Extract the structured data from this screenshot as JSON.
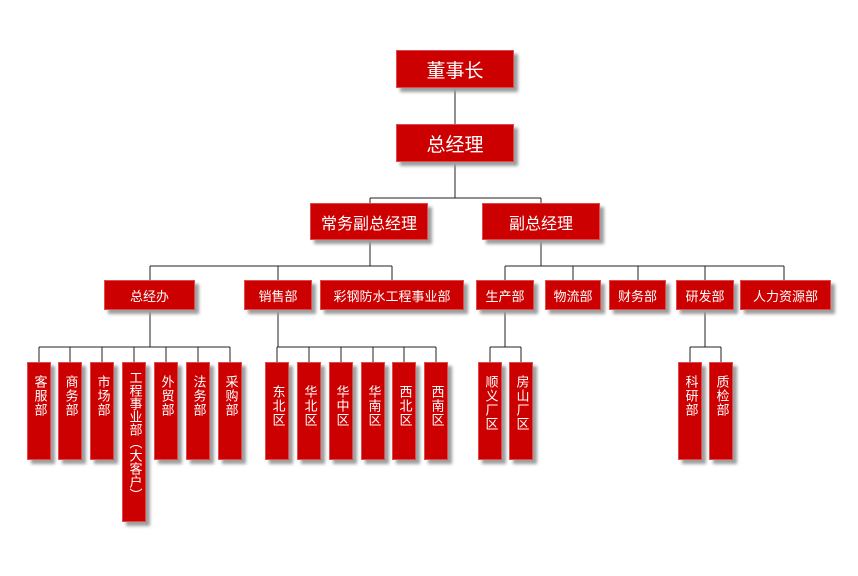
{
  "chairman": "董事长",
  "general_manager": "总经理",
  "deputies": {
    "executive": "常务副总经理",
    "deputy": "副总经理"
  },
  "departments": {
    "general_office": "总经办",
    "sales": "销售部",
    "steel_waterproof": "彩钢防水工程事业部",
    "production": "生产部",
    "logistics": "物流部",
    "finance": "财务部",
    "rnd": "研发部",
    "hr": "人力资源部"
  },
  "general_office_units": [
    "客服部",
    "商务部",
    "市场部",
    "工程事业部（大客户）",
    "外贸部",
    "法务部",
    "采购部"
  ],
  "sales_regions": [
    "东北区",
    "华北区",
    "华中区",
    "华南区",
    "西北区",
    "西南区"
  ],
  "production_plants": [
    "顺义厂区",
    "房山厂区"
  ],
  "rnd_units": [
    "科研部",
    "质检部"
  ]
}
